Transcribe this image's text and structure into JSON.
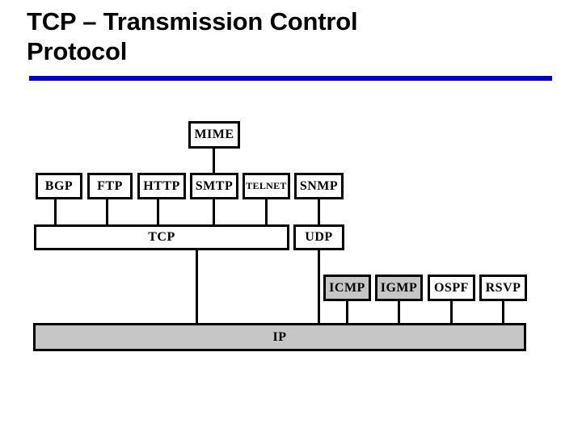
{
  "slide": {
    "title": "TCP – Transmission Control\nProtocol",
    "rule_color": "#0000CC"
  },
  "diagram": {
    "colors": {
      "box_fill": "#FFFFFF",
      "highlight_fill": "#C6C6C6",
      "stroke": "#000000"
    },
    "mime": {
      "label": "MIME"
    },
    "application_layer": [
      {
        "label": "BGP"
      },
      {
        "label": "FTP"
      },
      {
        "label": "HTTP"
      },
      {
        "label": "SMTP"
      },
      {
        "label": "TELNET"
      },
      {
        "label": "SNMP"
      }
    ],
    "transport_layer": [
      {
        "label": "TCP"
      },
      {
        "label": "UDP"
      }
    ],
    "control_protocols": [
      {
        "label": "ICMP",
        "fill": "#C6C6C6"
      },
      {
        "label": "IGMP",
        "fill": "#C6C6C6"
      },
      {
        "label": "OSPF",
        "fill": "#FFFFFF"
      },
      {
        "label": "RSVP",
        "fill": "#FFFFFF"
      }
    ],
    "network_layer": {
      "label": "IP"
    }
  }
}
